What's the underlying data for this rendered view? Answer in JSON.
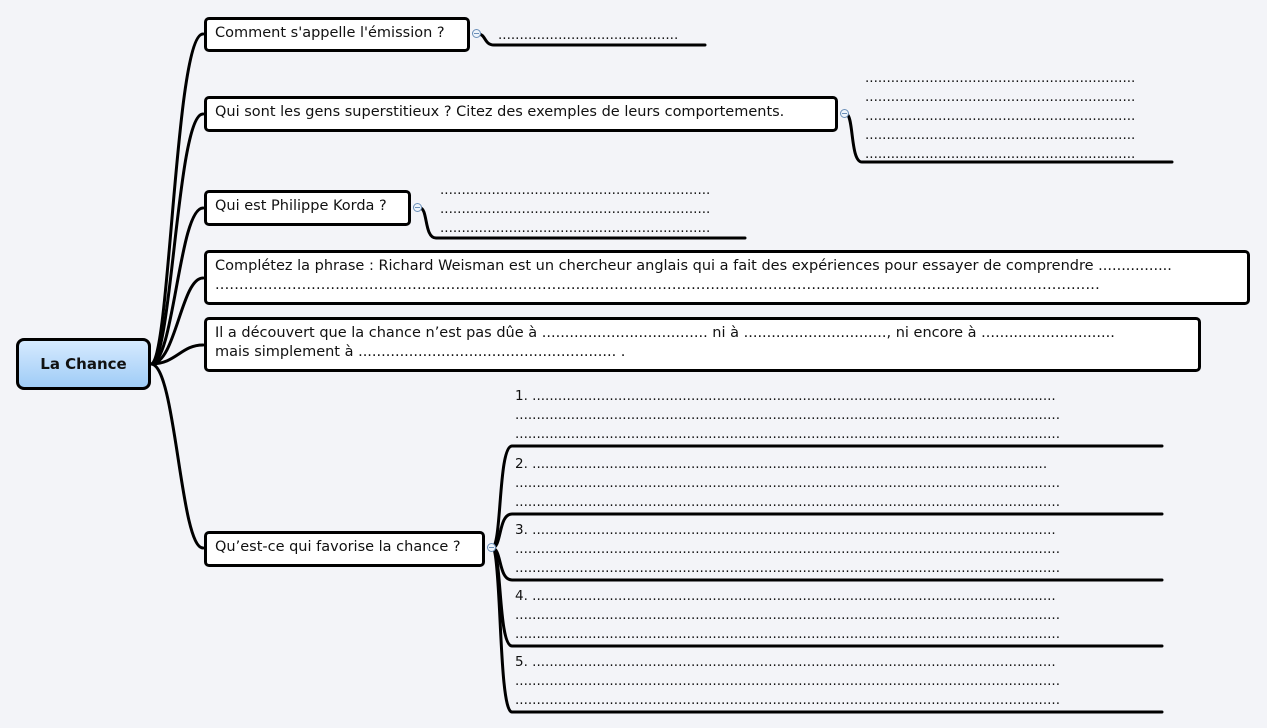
{
  "root": {
    "label": "La Chance"
  },
  "questions": {
    "q1": "Comment s'appelle l'émission ?",
    "q2": "Qui sont les gens superstitieux ? Citez des exemples de leurs comportements.",
    "q3": "Qui est Philippe Korda ?",
    "q4_line1": "Complétez la phrase : Richard Weisman est un chercheur anglais qui a fait des expériences pour essayer de comprendre ................",
    "q4_line2": "........................................................................................................................................................................................",
    "q5_line1": "Il a découvert que la chance n’est pas dûe à .................................... ni à ..............................., ni encore à .............................",
    "q5_line2": "mais simplement à ........................................................ .",
    "q6": "Qu’est-ce qui favorise la chance ?"
  },
  "answers": {
    "a1": [
      ".........................................."
    ],
    "a2": [
      "...............................................................",
      "...............................................................",
      "...............................................................",
      "...............................................................",
      "..............................................................."
    ],
    "a3": [
      "...............................................................",
      "...............................................................",
      "..............................................................."
    ],
    "a6": [
      {
        "n": "1.",
        "lines": [
          "1. ..........................................................................................................................",
          "...............................................................................................................................",
          "..............................................................................................................................."
        ]
      },
      {
        "n": "2.",
        "lines": [
          "2. ........................................................................................................................",
          "...............................................................................................................................",
          "..............................................................................................................................."
        ]
      },
      {
        "n": "3.",
        "lines": [
          "3. ..........................................................................................................................",
          "...............................................................................................................................",
          "..............................................................................................................................."
        ]
      },
      {
        "n": "4.",
        "lines": [
          "4. ..........................................................................................................................",
          "...............................................................................................................................",
          "..............................................................................................................................."
        ]
      },
      {
        "n": "5.",
        "lines": [
          "5. ..........................................................................................................................",
          "...............................................................................................................................",
          "..............................................................................................................................."
        ]
      }
    ]
  }
}
